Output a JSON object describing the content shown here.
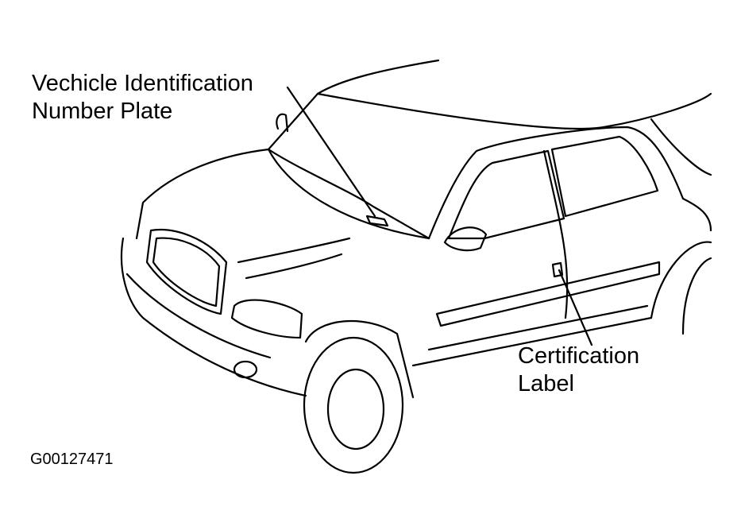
{
  "callouts": {
    "vin_plate": {
      "line1": "Vechicle Identification",
      "line2": "Number Plate"
    },
    "certification": {
      "line1": "Certification",
      "line2": "Label"
    }
  },
  "figure_code": "G00127471"
}
